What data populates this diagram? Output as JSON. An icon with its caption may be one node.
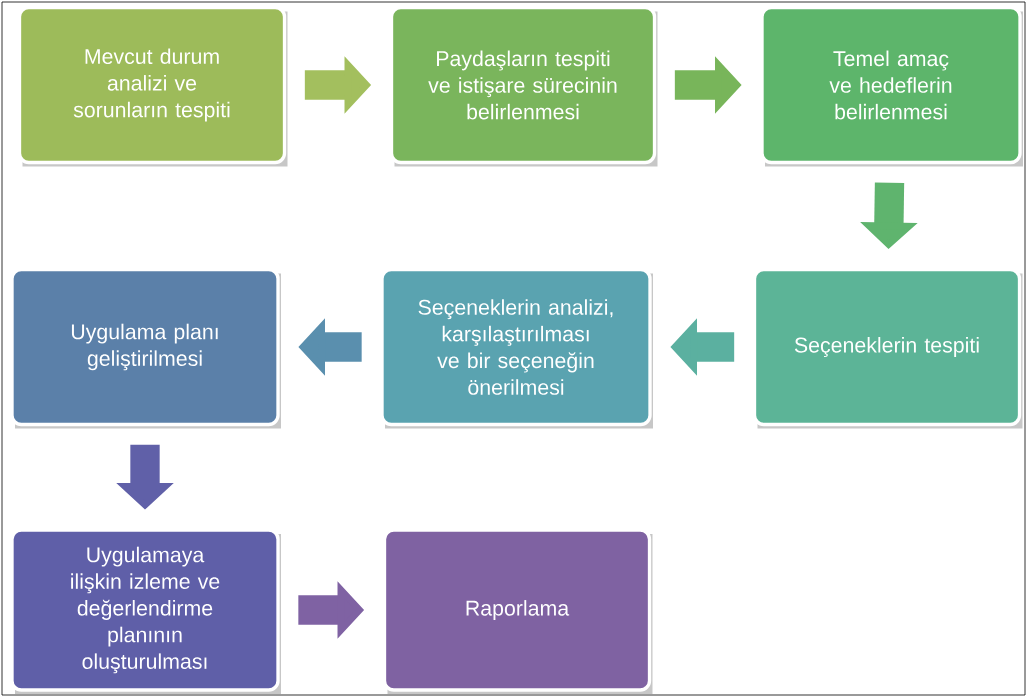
{
  "diagram": {
    "nodes": [
      {
        "text": [
          "Mevcut durum analizi ve sorunların tespiti"
        ]
      },
      {
        "text": [
          "Paydaşların tespiti ve istişare sürecinin belirlenmesi"
        ]
      },
      {
        "text": [
          "Temel amaç ve hedeflerin belirlenmesi"
        ]
      },
      {
        "text": [
          "Seçeneklerin tespiti"
        ]
      },
      {
        "text": [
          "Seçeneklerin analizi, karşılaştırılması ve bir seçeneğin önerilmesi"
        ]
      },
      {
        "text": [
          "Uygulama planı geliştirilmesi"
        ]
      },
      {
        "text": [
          "Uygulamaya ilişkin izleme ve değerlendirme planının oluşturulması"
        ]
      },
      {
        "text": [
          "Raporlama"
        ]
      }
    ],
    "edges": [
      {
        "from": 0,
        "to": 1,
        "arrow": "to",
        "color": "#a3bf5e"
      },
      {
        "from": 1,
        "to": 2,
        "arrow": "to",
        "color": "#78b55a"
      },
      {
        "from": 2,
        "to": 3,
        "arrow": "to",
        "color": "#5fb46e"
      },
      {
        "from": 3,
        "to": 4,
        "arrow": "to",
        "color": "#5bb0a0"
      },
      {
        "from": 4,
        "to": 5,
        "arrow": "to",
        "color": "#5a8fae"
      },
      {
        "from": 5,
        "to": 6,
        "arrow": "to",
        "color": "#6060a8"
      },
      {
        "from": 6,
        "to": 7,
        "arrow": "to",
        "color": "#7f62a3"
      }
    ]
  }
}
